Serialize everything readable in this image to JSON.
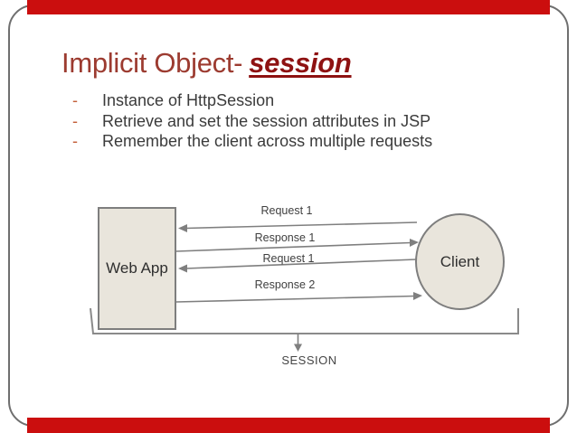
{
  "slide": {
    "title": {
      "prefix": "Implicit Object-",
      "emphasis": "session"
    },
    "bullets": {
      "marker": "-",
      "items": [
        "Instance of HttpSession",
        "Retrieve and set the session attributes in JSP",
        "Remember the client across multiple requests"
      ]
    }
  },
  "diagram": {
    "web_app_label": "Web App",
    "client_label": "Client",
    "arrows": [
      {
        "label": "Request 1",
        "direction": "left"
      },
      {
        "label": "Response 1",
        "direction": "right"
      },
      {
        "label": "Request 1",
        "direction": "left"
      },
      {
        "label": "Response 2",
        "direction": "right"
      }
    ],
    "session_label": "SESSION"
  },
  "colors": {
    "accent_red": "#cb0e0e",
    "title_color": "#9c3b30",
    "emphasis_color": "#8e1212",
    "dash_color": "#c4603b",
    "text_dark": "#3b3b3b",
    "label_color": "#3f3f3f",
    "shape_fill": "#e9e5dc",
    "shape_stroke": "#7e7e7e",
    "line_color": "#7f7f7f",
    "card_border": "#6f6f6f"
  }
}
